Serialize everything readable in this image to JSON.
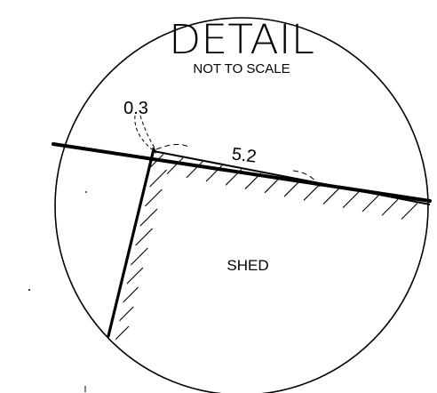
{
  "title": "DETAIL",
  "subtitle": "NOT TO SCALE",
  "dimensions": {
    "offset": "0.3",
    "length": "5.2"
  },
  "area_label": "SHED",
  "colors": {
    "ink": "#000000",
    "paper": "#ffffff"
  }
}
